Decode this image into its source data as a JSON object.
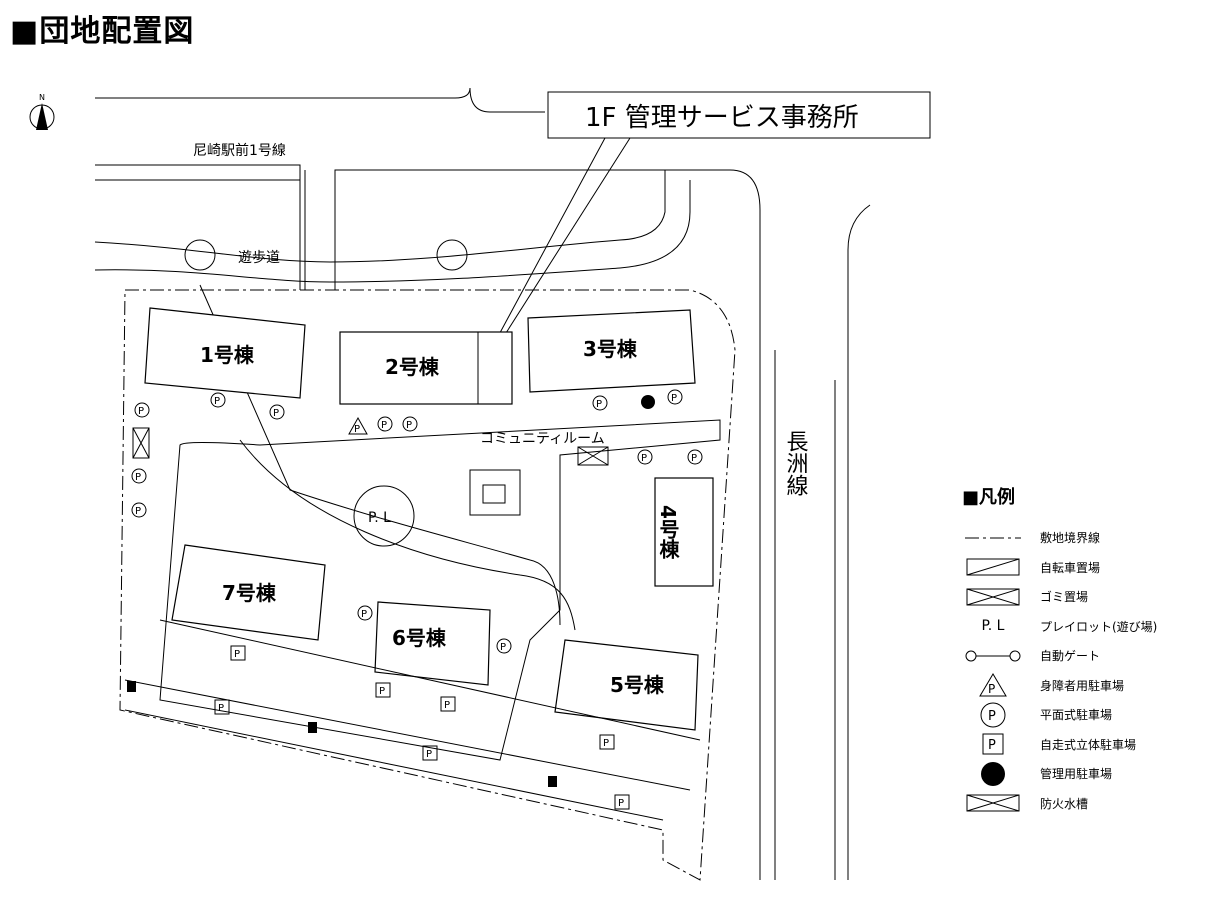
{
  "title": "■団地配置図",
  "compass": "N",
  "roads": {
    "north": "尼崎駅前1号線",
    "east": "長洲線"
  },
  "callout": "1F 管理サービス事務所",
  "promenade": "遊歩道",
  "community_room": "コミュニティルーム",
  "playlot": "P. L",
  "buildings": [
    "1号棟",
    "2号棟",
    "3号棟",
    "4号棟",
    "5号棟",
    "6号棟",
    "7号棟"
  ],
  "parking_mark": "P",
  "legend": {
    "title": "■凡例",
    "items": [
      {
        "symbol": "boundary-line",
        "label": "敷地境界線"
      },
      {
        "symbol": "bicycle-parking",
        "label": "自転車置場"
      },
      {
        "symbol": "garbage",
        "label": "ゴミ置場"
      },
      {
        "symbol": "playlot",
        "label": "プレイロット(遊び場)",
        "mark": "P. L"
      },
      {
        "symbol": "auto-gate",
        "label": "自動ゲート"
      },
      {
        "symbol": "accessible-parking",
        "label": "身障者用駐車場"
      },
      {
        "symbol": "flat-parking",
        "label": "平面式駐車場"
      },
      {
        "symbol": "multilevel-parking",
        "label": "自走式立体駐車場"
      },
      {
        "symbol": "management-parking",
        "label": "管理用駐車場"
      },
      {
        "symbol": "fire-water-tank",
        "label": "防火水槽"
      }
    ]
  }
}
